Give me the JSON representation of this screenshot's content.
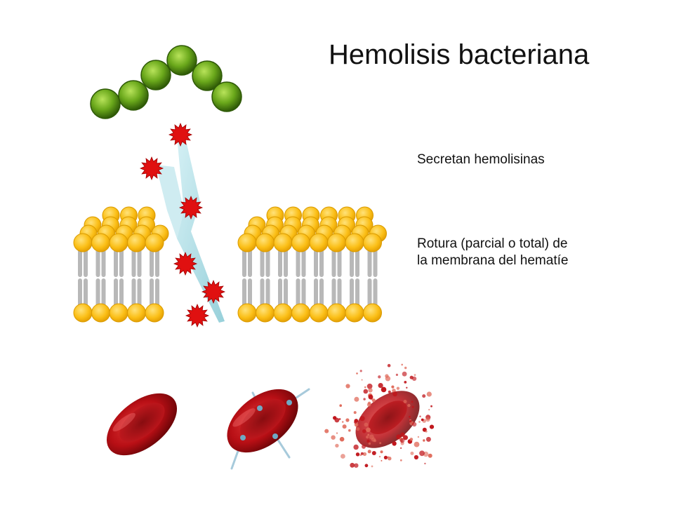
{
  "slide": {
    "title": "Hemolisis bacteriana",
    "captions": {
      "secretion": "Secretan hemolisinas",
      "rupture_line1": "Rotura (parcial o total) de",
      "rupture_line2": "la membrana del hematíe"
    }
  },
  "colors": {
    "bacteria": "#5f9e14",
    "hemolysin": "#e01010",
    "lipid_head": "#fbbf17",
    "lipid_tail": "#b8b8b8",
    "pore_beam": "#a9d9e0",
    "red_cell": "#c0141a"
  },
  "icons": {
    "bacteria_chain": "green-coccus-chain",
    "toxin": "red-starburst",
    "membrane": "phospholipid-bilayer",
    "cells": [
      "intact-erythrocyte",
      "pierced-erythrocyte",
      "lysed-erythrocyte"
    ]
  }
}
